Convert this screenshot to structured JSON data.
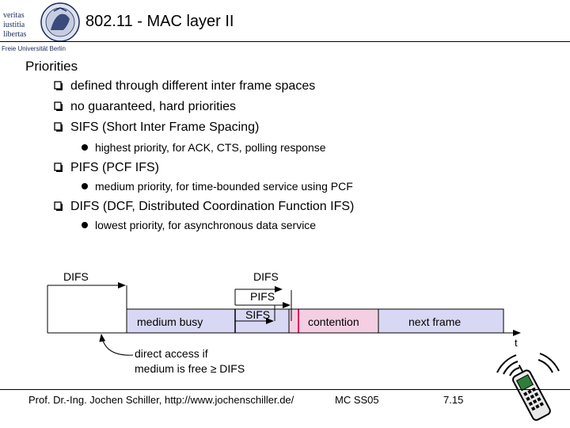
{
  "logo": {
    "line1": "veritas",
    "line2": "iustitia",
    "line3": "libertas",
    "line4": "Freie Universität Berlin"
  },
  "title": "802.11 - MAC layer II",
  "heading": "Priorities",
  "bullets": [
    {
      "text": "defined through different inter frame spaces"
    },
    {
      "text": "no guaranteed, hard priorities"
    },
    {
      "text": "SIFS (Short Inter Frame Spacing)",
      "sub": "highest priority, for ACK, CTS, polling response"
    },
    {
      "text": "PIFS (PCF IFS)",
      "sub": "medium priority, for time-bounded service using PCF"
    },
    {
      "text": "DIFS (DCF, Distributed Coordination Function IFS)",
      "sub": "lowest priority, for asynchronous data service"
    }
  ],
  "diagram": {
    "difs_left": "DIFS",
    "difs_right": "DIFS",
    "pifs": "PIFS",
    "sifs": "SIFS",
    "medium_busy": "medium busy",
    "contention": "contention",
    "next_frame": "next frame",
    "t": "t",
    "note1": "direct access if",
    "note2": "medium is free ≥ DIFS",
    "colors": {
      "bar": "#d8d8f4",
      "contention": "#f4cfe3",
      "stripe": "#e01060"
    }
  },
  "footer": {
    "author": "Prof. Dr.-Ing. Jochen Schiller, http://www.jochenschiller.de/",
    "course": "MC SS05",
    "page": "7.15"
  }
}
